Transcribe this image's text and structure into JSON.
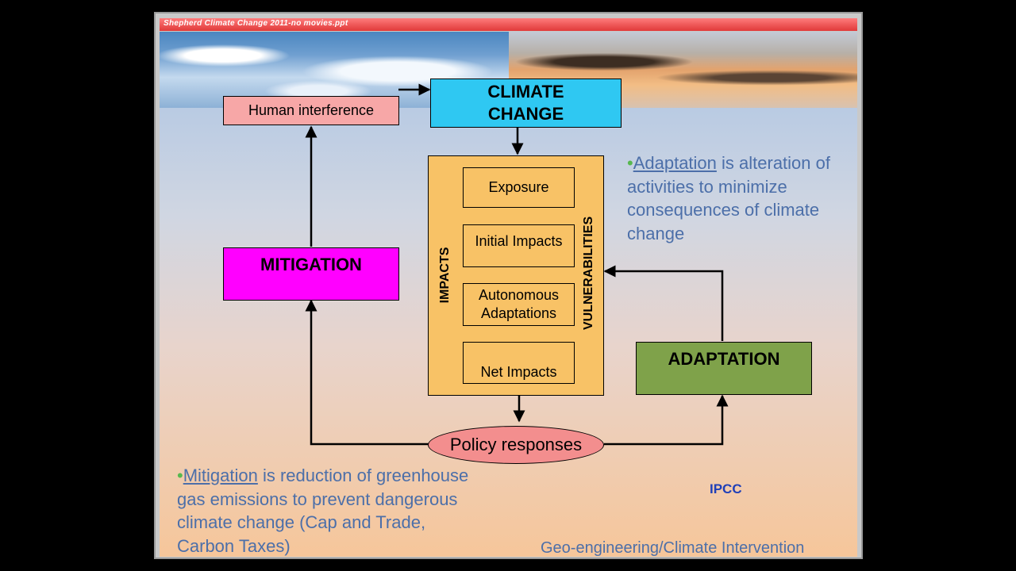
{
  "window": {
    "title": "Shepherd Climate Change 2011-no movies.ppt"
  },
  "diagram": {
    "human_interference": "Human interference",
    "climate_change_line1": "CLIMATE",
    "climate_change_line2": "CHANGE",
    "impacts_label": "IMPACTS",
    "vulnerabilities_label": "VULNERABILITIES",
    "exposure": "Exposure",
    "initial_impacts": "Initial Impacts",
    "autonomous_line1": "Autonomous",
    "autonomous_line2": "Adaptations",
    "net_impacts": "Net Impacts",
    "mitigation": "MITIGATION",
    "adaptation": "ADAPTATION",
    "policy_responses": "Policy responses"
  },
  "notes": {
    "adaptation_term": "Adaptation",
    "adaptation_rest": " is alteration of activities to minimize consequences of climate change",
    "mitigation_term": "Mitigation",
    "mitigation_rest": " is reduction of greenhouse gas emissions to prevent dangerous climate change (Cap and Trade, Carbon Taxes)",
    "source": "IPCC",
    "footer": "Geo-engineering/Climate Intervention"
  },
  "colors": {
    "title_bar": "#e03a3a",
    "human_interference": "#f7a7a7",
    "climate_change": "#2fc8f2",
    "impacts_panel": "#f8c266",
    "mitigation": "#ff00ff",
    "adaptation": "#7fa24a",
    "policy": "#f38e8e",
    "note_text": "#4c6fa9",
    "source_text": "#1f3fb8"
  }
}
